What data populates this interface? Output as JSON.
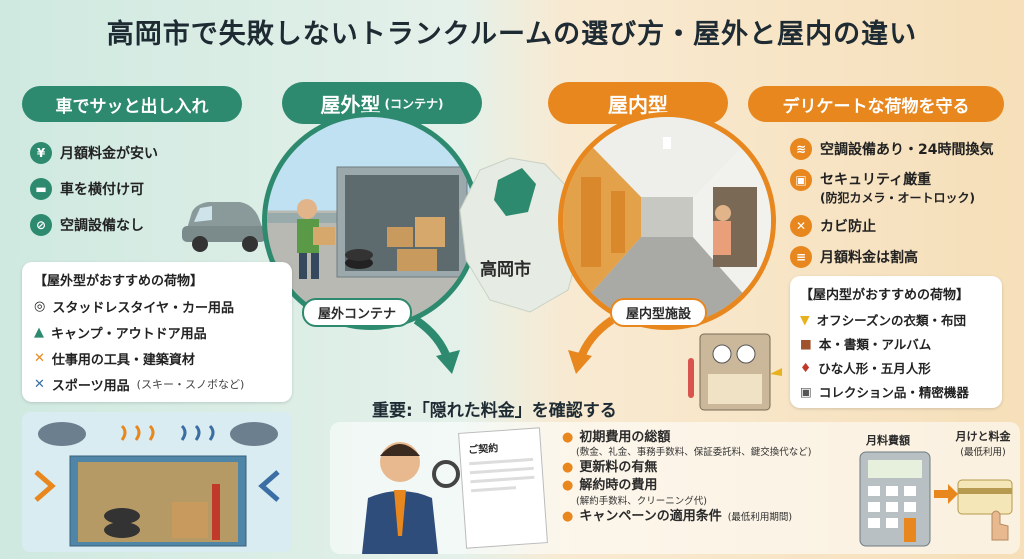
{
  "title": "高岡市で失敗しないトランクルームの選び方・屋外と屋内の違い",
  "outdoor": {
    "badge_left": "車でサッと出し入れ",
    "badge_type": "屋外型",
    "badge_type_sub": "(コンテナ)",
    "features": [
      {
        "icon": "yen-icon",
        "text": "月額料金が安い"
      },
      {
        "icon": "car-icon",
        "text": "車を横付け可"
      },
      {
        "icon": "no-icon",
        "text": "空調設備なし"
      }
    ],
    "circle_label": "屋外コンテナ",
    "rec_title": "【屋外型がおすすめの荷物】",
    "rec_items": [
      {
        "icon": "tire-icon",
        "text": "スタッドレスタイヤ・カー用品"
      },
      {
        "icon": "tent-icon",
        "text": "キャンプ・アウトドア用品"
      },
      {
        "icon": "tools-icon",
        "text": "仕事用の工具・建築資材"
      },
      {
        "icon": "ski-icon",
        "text": "スポーツ用品",
        "note": "(スキー・スノボなど)"
      }
    ]
  },
  "indoor": {
    "badge_type": "屋内型",
    "badge_right": "デリケートな荷物を守る",
    "features": [
      {
        "icon": "aircon-icon",
        "text": "空調設備あり・24時間換気"
      },
      {
        "icon": "lock-icon",
        "text": "セキュリティ厳重",
        "note": "(防犯カメラ・オートロック)"
      },
      {
        "icon": "mold-icon",
        "text": "カビ防止"
      },
      {
        "icon": "doc-icon",
        "text": "月額料金は割高"
      }
    ],
    "circle_label": "屋内型施設",
    "rec_title": "【屋内型がおすすめの荷物】",
    "rec_items": [
      {
        "icon": "shirt-icon",
        "text": "オフシーズンの衣類・布団"
      },
      {
        "icon": "book-icon",
        "text": "本・書類・アルバム"
      },
      {
        "icon": "doll-icon",
        "text": "ひな人形・五月人形"
      },
      {
        "icon": "collection-icon",
        "text": "コレクション品・精密機器"
      }
    ]
  },
  "map_label": "高岡市",
  "important": {
    "heading": "重要:「隠れた料金」を確認する",
    "contract_label": "ご契約",
    "items": [
      {
        "text": "初期費用の総額",
        "note": "(敷金、礼金、事務手数料、保証委託料、鍵交換代など)"
      },
      {
        "text": "更新料の有無",
        "note": ""
      },
      {
        "text": "解約時の費用",
        "note": "(解約手数料、クリーニング代)"
      },
      {
        "text": "キャンペーンの適用条件",
        "note": "(最低利用期間)"
      }
    ],
    "calc_label": "月料費額",
    "card_label": "月けと料金",
    "card_sub": "(最低利用)"
  },
  "colors": {
    "green": "#2d8a6e",
    "orange": "#e8871e"
  }
}
